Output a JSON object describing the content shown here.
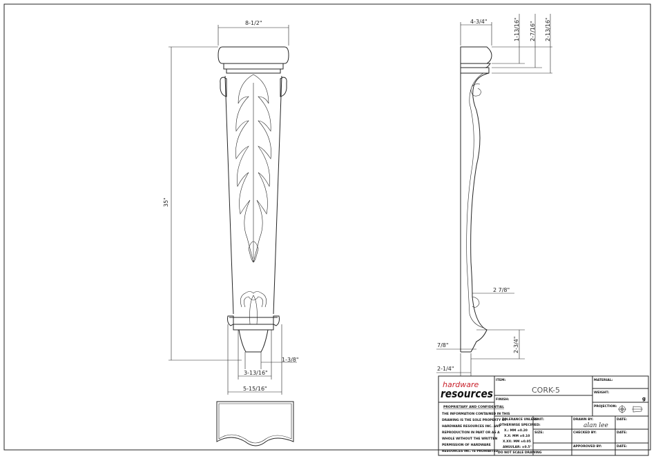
{
  "front_view": {
    "dim_width_top": "8-1/2\"",
    "dim_height": "35\"",
    "dim_foot_depth": "1-3/8\"",
    "dim_foot_width": "3-13/16\"",
    "dim_base_width": "5-15/16\""
  },
  "side_view": {
    "dim_cap_depth": "4-3/4\"",
    "dim_cap_h1": "1-13/16\"",
    "dim_cap_h2": "2-7/16\"",
    "dim_cap_h3": "2-13/16\"",
    "dim_scroll": "2 7/8\"",
    "dim_foot_h": "2-3/4\"",
    "dim_foot_offset": "7/8\"",
    "dim_foot_depth": "2-1/4\""
  },
  "title_block": {
    "logo_top": "hardware",
    "logo_bottom": "resources",
    "logo_color": "#c8202a",
    "item_label": "ITEM:",
    "item_value": "CORK-5",
    "finish_label": "FINISH:",
    "material_label": "MATERIAL:",
    "weight_label": "WEIGHT:",
    "weight_value": "g",
    "projection_label": "PROJECTION:",
    "proprietary_title": "PROPRIETARY AND CONFIDENTIAL",
    "proprietary_lines": [
      "THE INFORMATION CONTAINED IN THIS",
      "DRAWING IS THE SOLE PROPERTY OF",
      "HARDWARE RESOURCES INC. ANY",
      "REPRODUCTION IN PART OR AS A",
      "WHOLE WITHOUT THE WRITTEN",
      "PERMISSION OF HARDWARE",
      "RESOURCES INC. IS PROHIBITED."
    ],
    "tolerance_lines": [
      "TOLERANCE UNLESS",
      "OTHERWISE SPECIFIED:",
      "X.: MM ±0.20",
      "X.X: MM ±0.10",
      "X.XX: MM ±0.05",
      "ANGULAR: ±0.5°",
      "DO NOT SCALE DRAWING"
    ],
    "unit_label": "UNIT:",
    "size_label": "SIZE:",
    "drawn_by_label": "DRAWN BY:",
    "drawn_by_signature": "alan lee",
    "checked_by_label": "CHECKED BY:",
    "approved_by_label": "APPOROVED BY:",
    "date_label": "DATE:"
  }
}
